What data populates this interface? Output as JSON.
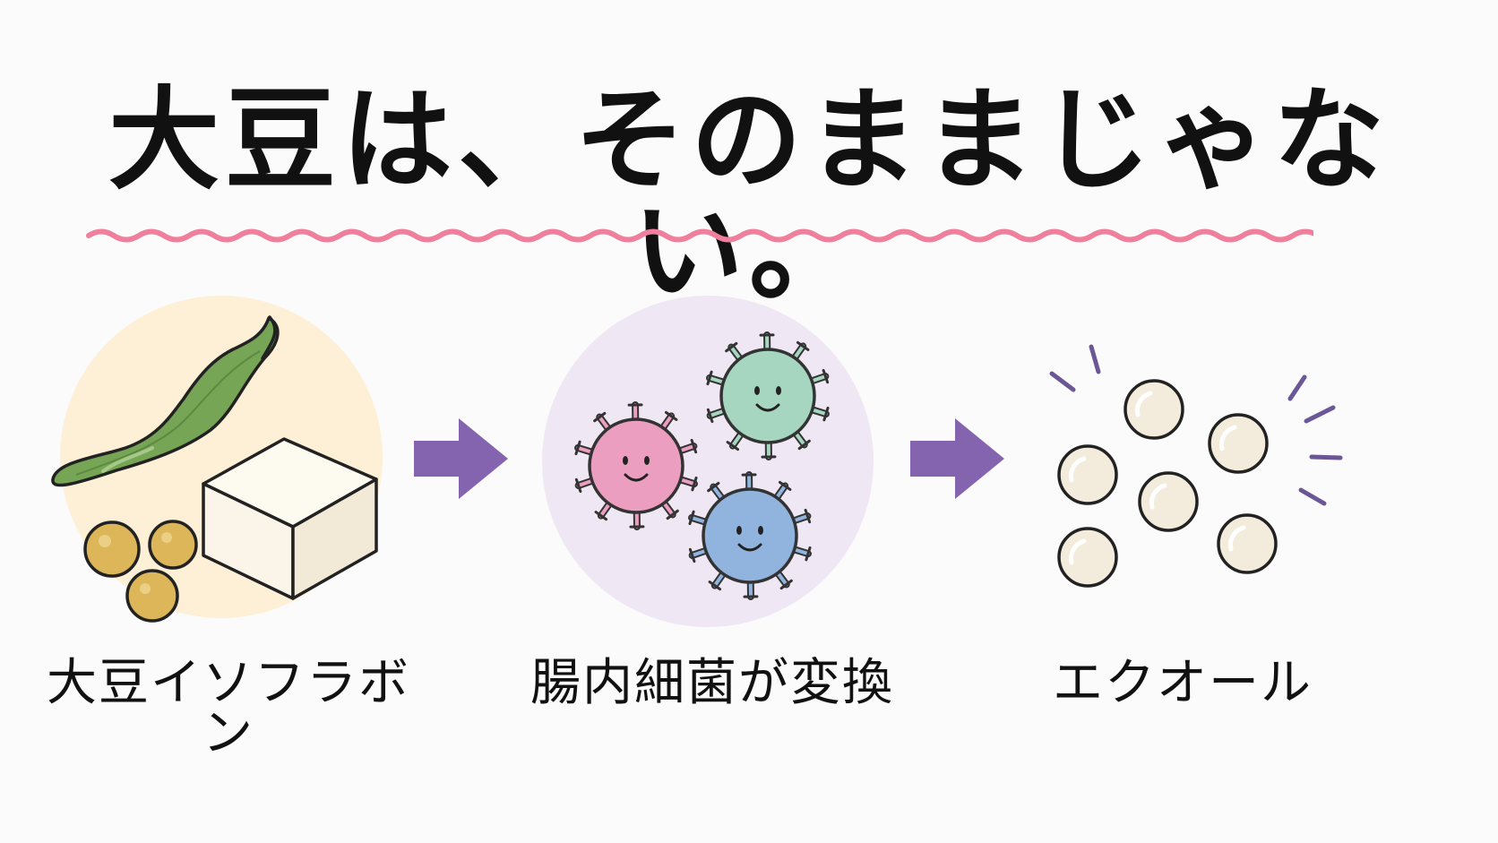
{
  "title": "大豆は、そのままじゃない。",
  "steps": [
    {
      "label": "大豆イソフラボン"
    },
    {
      "label": "腸内細菌が変換"
    },
    {
      "label": "エクオール"
    }
  ],
  "colors": {
    "underline": "#ef7f9c",
    "arrow": "#8464ae",
    "soy_circle": "#fdf0d6",
    "bacteria_circle": "#efe8f4",
    "pink_bacterium": "#eb9ebf",
    "green_bacterium": "#a6d6c0",
    "blue_bacterium": "#90b4dd",
    "edamame": "#76a555",
    "tofu": "#faf5e8",
    "bean": "#dcb659",
    "equol": "#f3ecdc",
    "spark": "#6c5796"
  },
  "icons": [
    "edamame-icon",
    "tofu-icon",
    "soybean-icon",
    "bacterium-icon",
    "arrow-right-icon",
    "equol-molecule-icon"
  ]
}
